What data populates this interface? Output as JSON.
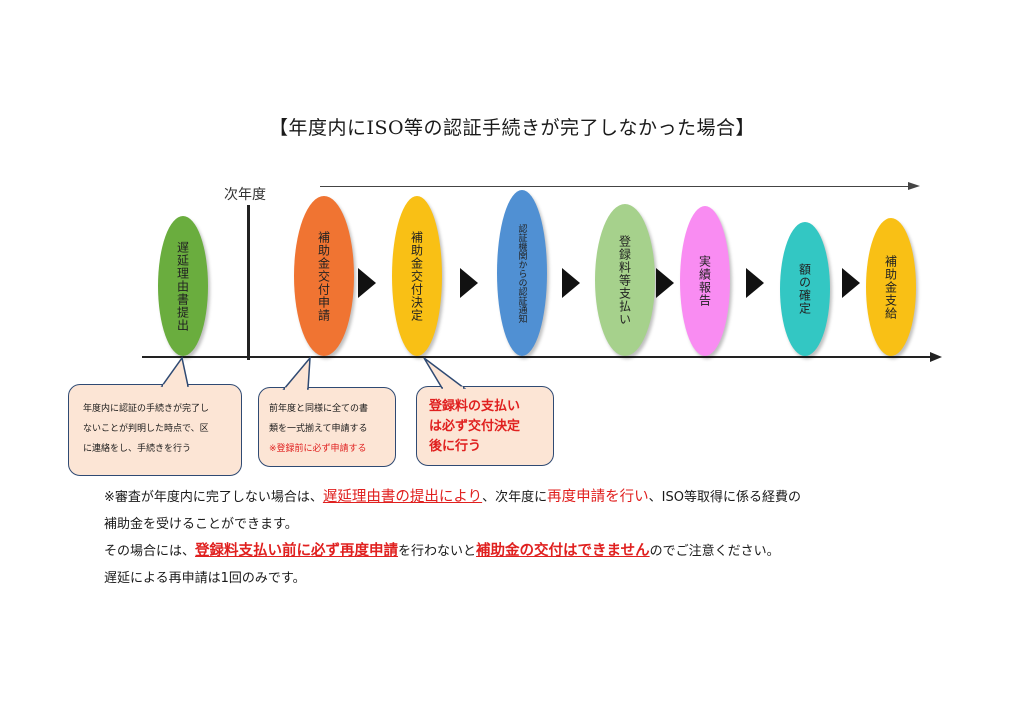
{
  "title": "【年度内にISO等の認証手続きが完了しなかった場合】",
  "next_year_label": "次年度",
  "steps": [
    {
      "label": "遅延理由書提出",
      "color": "#6aad3e"
    },
    {
      "label": "補助金交付申請",
      "color": "#f07432"
    },
    {
      "label": "補助金交付決定",
      "color": "#f9c015"
    },
    {
      "label": "認証機関からの認証通知",
      "color": "#5090d3"
    },
    {
      "label": "登録料等支払い",
      "color": "#a6d18c"
    },
    {
      "label": "実績報告",
      "color": "#f98cf2"
    },
    {
      "label": "額の確定",
      "color": "#33c7c3"
    },
    {
      "label": "補助金支給",
      "color": "#f9c015"
    }
  ],
  "callouts": {
    "delay": {
      "line1": "年度内に認証の手続きが完了し",
      "line2": "ないことが判明した時点で、区",
      "line3": "に連絡をし、手続きを行う"
    },
    "apply": {
      "line1": "前年度と同様に全ての書",
      "line2": "類を一式揃えて申請する",
      "line3": "※登録前に必ず申請する"
    },
    "decision": {
      "line1": "登録料の支払い",
      "line2": "は必ず交付決定",
      "line3": "後に行う"
    }
  },
  "notes": {
    "p1_a": "※審査が年度内に完了しない場合は、",
    "p1_b": "遅延理由書の提出により",
    "p1_c": "、次年度に",
    "p1_d": "再度申請を行い",
    "p1_e": "、ISO等取得に係る経費の",
    "p2": "補助金を受けることができます。",
    "p3_a": "その場合には、",
    "p3_b": "登録料支払い前に必ず再度申請",
    "p3_c": "を行わないと",
    "p3_d": "補助金の交付はできません",
    "p3_e": "のでご注意ください。",
    "p4": "遅延による再申請は1回のみです。"
  },
  "accent_red": "#e0201f",
  "callout_fill": "#fce5d5",
  "callout_border": "#2f4a73"
}
